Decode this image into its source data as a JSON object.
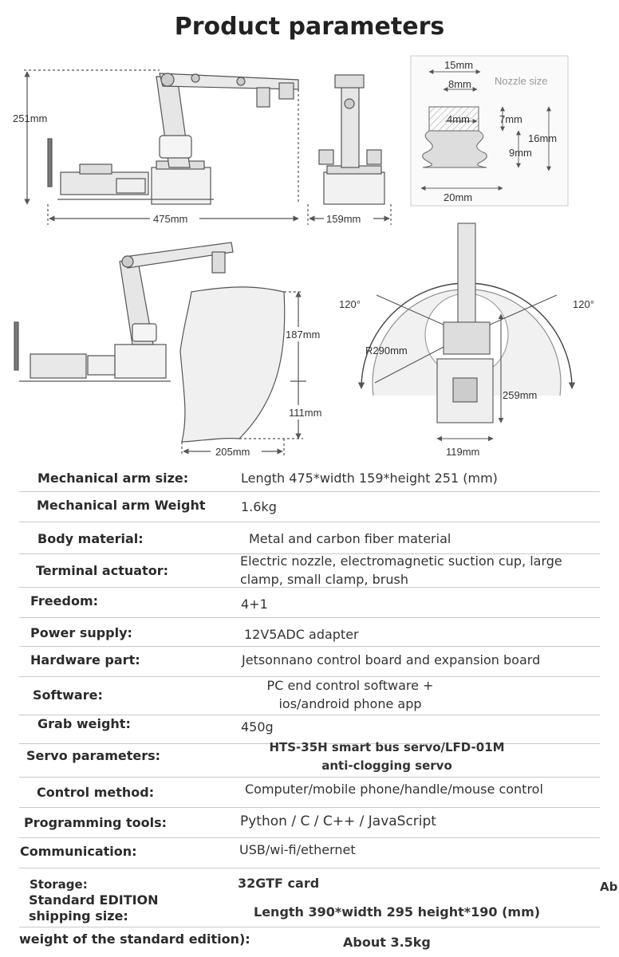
{
  "page": {
    "title": "Product parameters",
    "stray_text": "Ab"
  },
  "dimensions": {
    "front_height": "251mm",
    "front_length": "475mm",
    "side_width": "159mm",
    "nozzle_title": "Nozzle size",
    "nozzle_top": "15mm",
    "nozzle_inner": "8mm",
    "nozzle_core": "4mm",
    "nozzle_h1": "7mm",
    "nozzle_total_h": "16mm",
    "nozzle_h2": "9mm",
    "nozzle_bottom": "20mm",
    "reach_upper": "187mm",
    "reach_lower": "111mm",
    "reach_horizontal": "205mm",
    "angle_left": "120°",
    "angle_right": "120°",
    "radius": "R290mm",
    "base_length": "259mm",
    "base_width": "119mm"
  },
  "specs": [
    {
      "label": "Mechanical arm size:",
      "value": "Length 475*width 159*height 251 (mm)"
    },
    {
      "label": "Mechanical arm Weight",
      "value": "1.6kg"
    },
    {
      "label": "Body material:",
      "value": "Metal and carbon fiber material"
    },
    {
      "label": "Terminal actuator:",
      "value": "Electric nozzle, electromagnetic suction cup, large clamp, small clamp, brush"
    },
    {
      "label": "Freedom:",
      "value": "4+1"
    },
    {
      "label": "Power supply:",
      "value": "12V5ADC adapter"
    },
    {
      "label": "Hardware part:",
      "value": "Jetsonnano control board and expansion board"
    },
    {
      "label": "Software:",
      "value": "PC end control software + ios/android phone app"
    },
    {
      "label": "Grab weight:",
      "value": "450g"
    },
    {
      "label": "Servo parameters:",
      "value": "HTS-35H smart bus servo/LFD-01M anti-clogging servo"
    },
    {
      "label": "Control method:",
      "value": "Computer/mobile phone/handle/mouse control"
    },
    {
      "label": "Programming tools:",
      "value": "Python / C / C++ / JavaScript"
    },
    {
      "label": "Communication:",
      "value": "USB/wi-fi/ethernet"
    },
    {
      "label": "Storage:",
      "value": "32GTF card"
    },
    {
      "label": "Standard EDITION shipping size:",
      "value": "Length 390*width 295 height*190 (mm)"
    },
    {
      "label": "weight of the standard edition):",
      "value": "About 3.5kg"
    }
  ]
}
